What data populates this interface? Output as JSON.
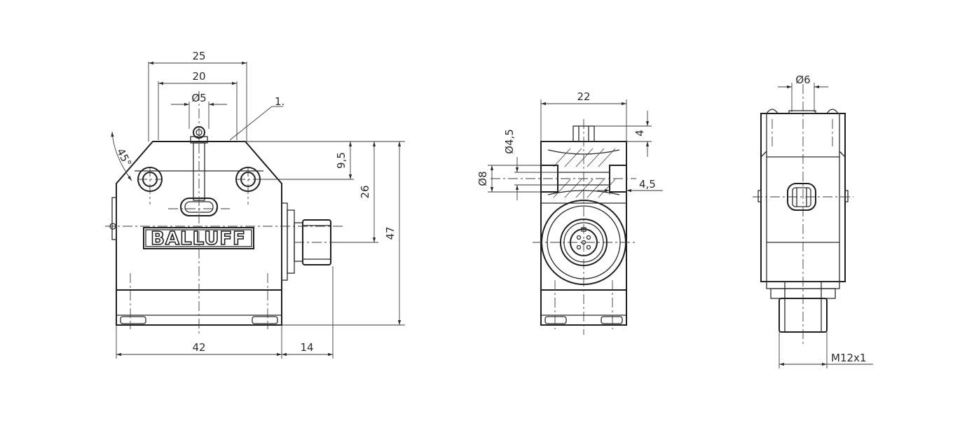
{
  "brand": {
    "logo_text": "BALLUFF"
  },
  "front_view": {
    "dim_width_top": "25",
    "dim_width_inner": "20",
    "dim_plunger_dia": "Ø5",
    "callout_item": "1.",
    "dim_angle": "45°",
    "dim_height_upper": "9,5",
    "dim_height_mid": "26",
    "dim_height_total": "47",
    "dim_width_body": "42",
    "dim_connector_len": "14"
  },
  "side_view": {
    "dim_width": "22",
    "dim_plunger_height": "4",
    "dim_hole_dia": "Ø4,5",
    "dim_counterbore_dia": "Ø8",
    "dim_counterbore_depth": "4,5"
  },
  "end_view": {
    "dim_plunger_dia": "Ø6",
    "dim_thread": "M12x1"
  }
}
